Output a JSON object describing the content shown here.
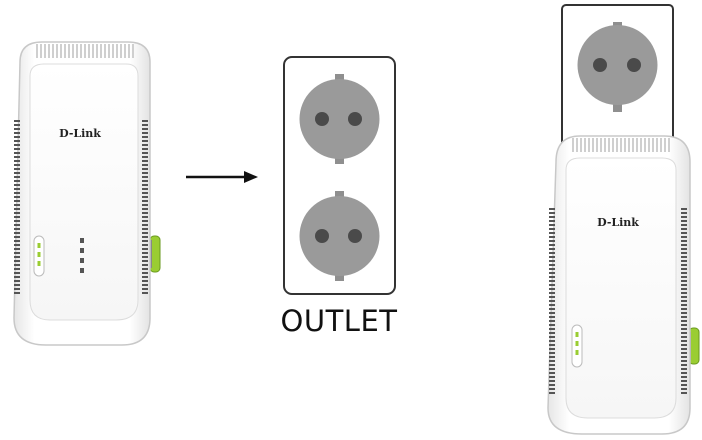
{
  "devices": {
    "left": {
      "brand": "D-Link"
    },
    "right": {
      "brand": "D-Link"
    }
  },
  "outlet": {
    "label": "OUTLET"
  },
  "icons": [
    "powerline-extender-icon",
    "arrow-right-icon",
    "wall-outlet-icon",
    "socket-icon"
  ],
  "colors": {
    "led_green": "#9acd32",
    "outline": "#333333",
    "socket_gray": "#9a9a9a",
    "pin_dark": "#4a4a4a"
  }
}
